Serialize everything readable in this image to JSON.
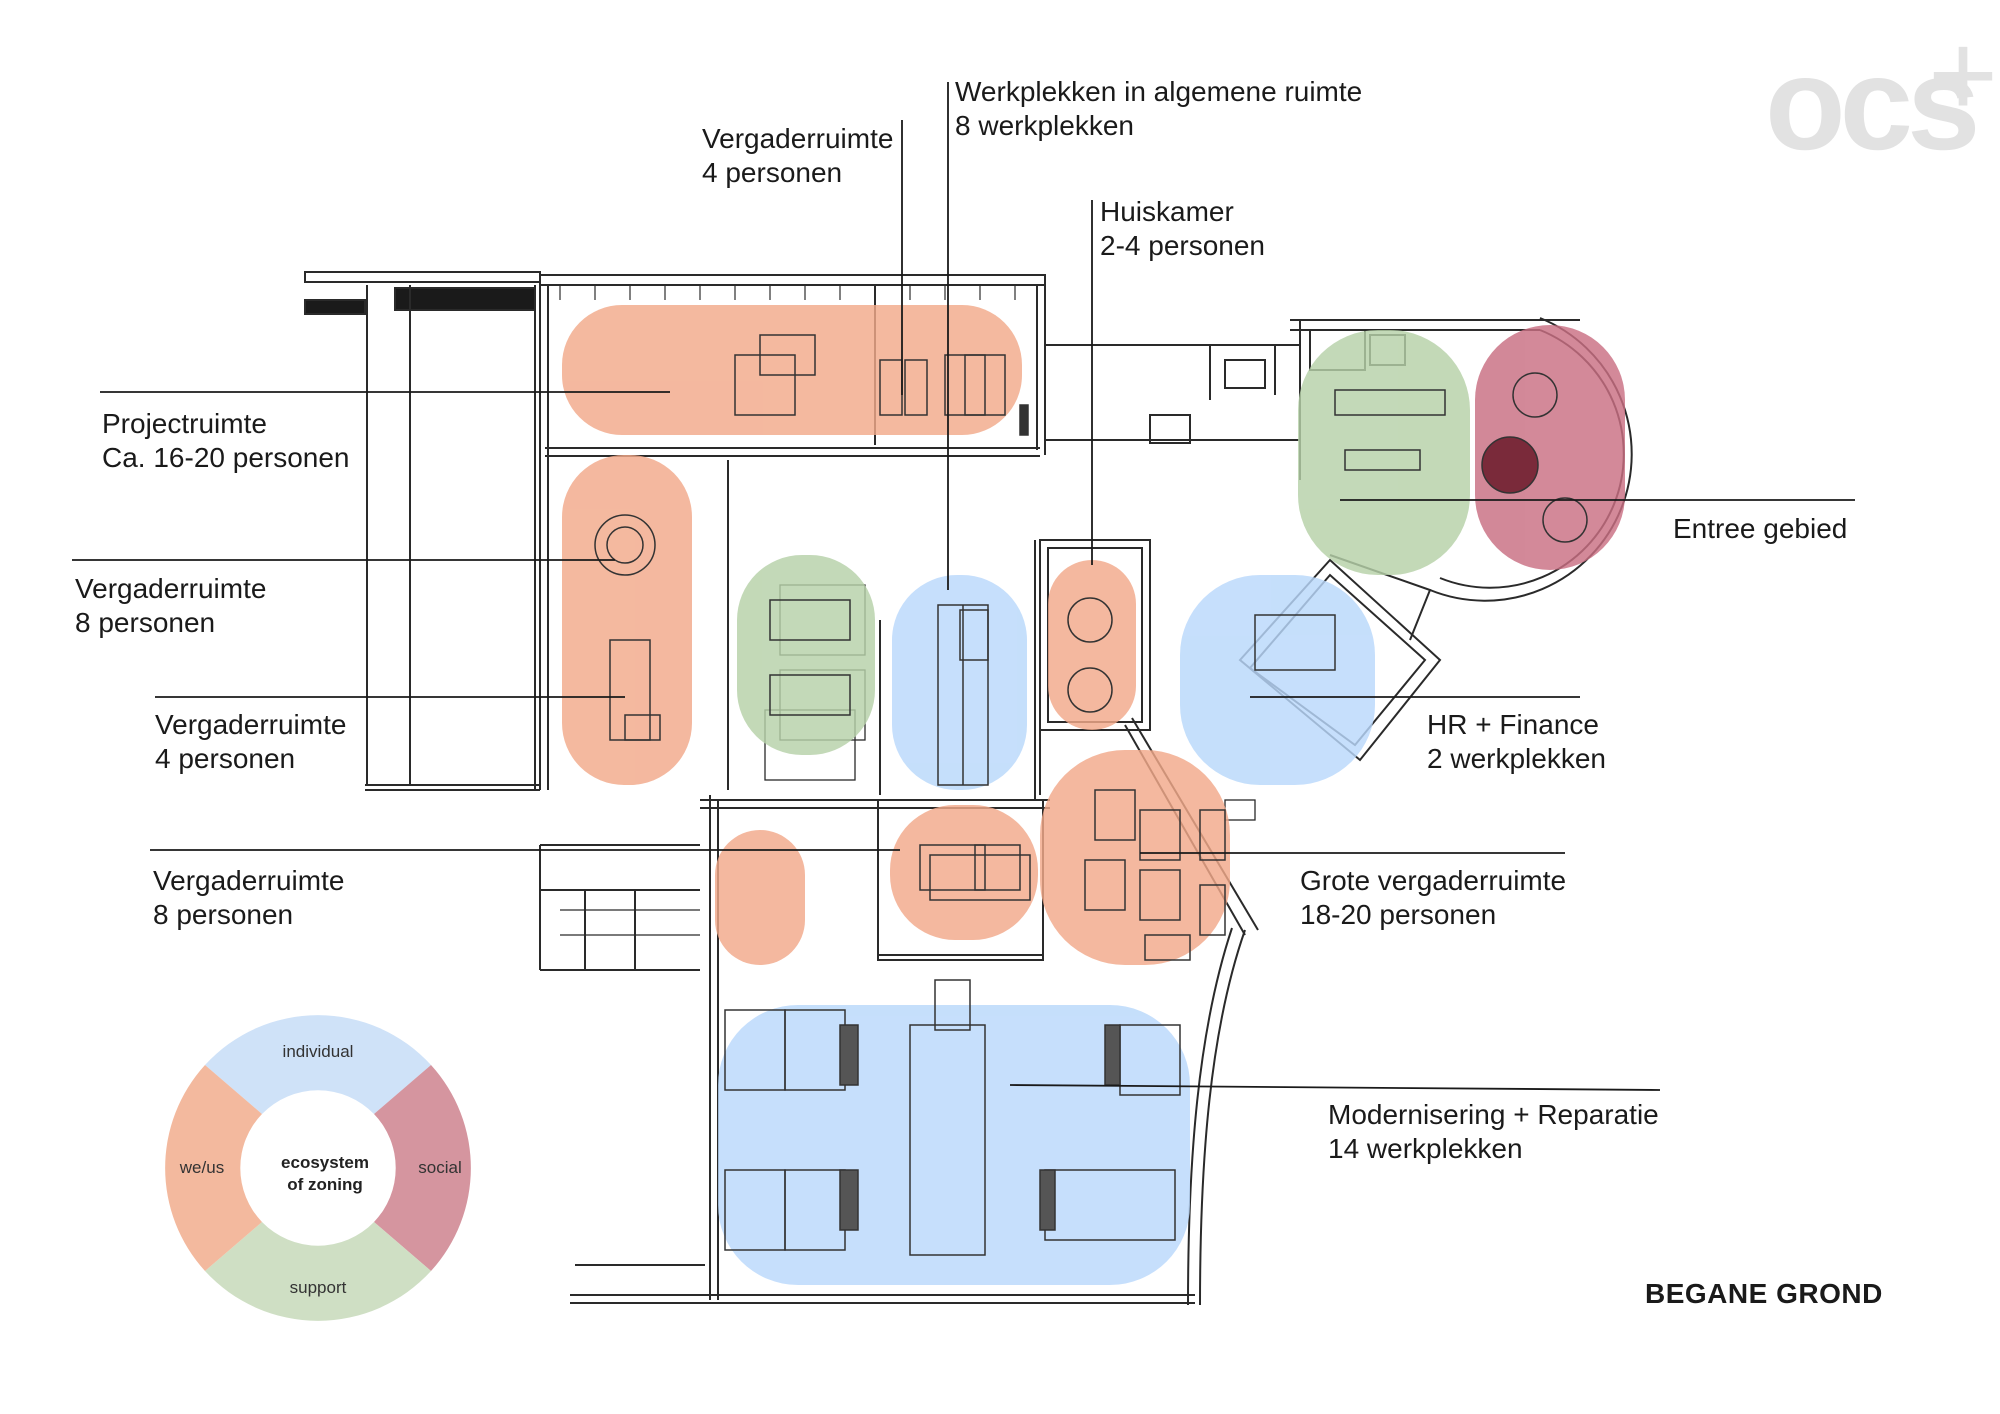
{
  "floor_title": "BEGANE GROND",
  "logo": {
    "text": "ocs",
    "plus": "+"
  },
  "labels": [
    {
      "id": "werkplekken-algemeen",
      "line1": "Werkplekken in algemene ruimte",
      "line2": "8 werkplekken"
    },
    {
      "id": "vergaderruimte-top",
      "line1": "Vergaderruimte",
      "line2": "4 personen"
    },
    {
      "id": "huiskamer",
      "line1": "Huiskamer",
      "line2": "2-4 personen"
    },
    {
      "id": "projectruimte",
      "line1": "Projectruimte",
      "line2": "Ca. 16-20 personen"
    },
    {
      "id": "entree",
      "line1": "Entree gebied",
      "line2": ""
    },
    {
      "id": "vergaderruimte-8a",
      "line1": "Vergaderruimte",
      "line2": "8 personen"
    },
    {
      "id": "vergaderruimte-4b",
      "line1": "Vergaderruimte",
      "line2": "4 personen"
    },
    {
      "id": "hr-finance",
      "line1": "HR + Finance",
      "line2": "2 werkplekken"
    },
    {
      "id": "vergaderruimte-8b",
      "line1": "Vergaderruimte",
      "line2": "8 personen"
    },
    {
      "id": "grote-vergaderruimte",
      "line1": "Grote vergaderruimte",
      "line2": "18-20 personen"
    },
    {
      "id": "modernisering",
      "line1": "Modernisering + Reparatie",
      "line2": "14 werkplekken"
    }
  ],
  "legend": {
    "center_line1": "ecosystem",
    "center_line2": "of zoning",
    "zones": [
      {
        "name": "individual",
        "color": "#cfe2f8"
      },
      {
        "name": "social",
        "color": "#d5959f"
      },
      {
        "name": "support",
        "color": "#cfdfc4"
      },
      {
        "name": "we/us",
        "color": "#f3b99e"
      }
    ]
  },
  "colors": {
    "individual": "#b9d8fb",
    "we_us": "#f2a98a",
    "support": "#b6d1a8",
    "social": "#c96f82",
    "lines": "#1a1a1a"
  }
}
